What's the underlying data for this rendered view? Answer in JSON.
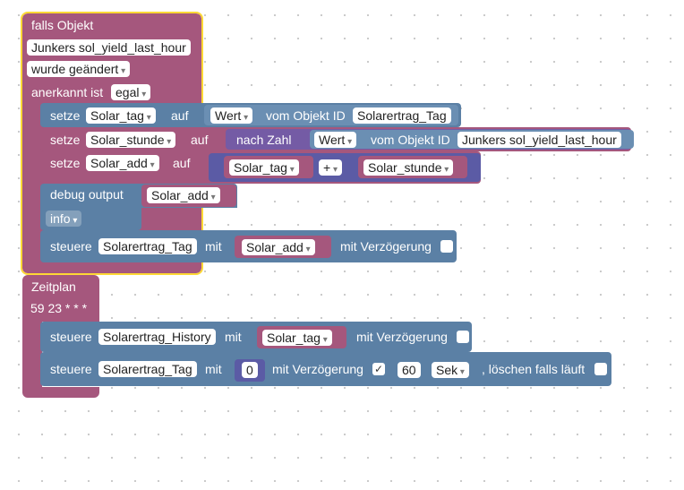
{
  "event_block": {
    "header": "falls Objekt",
    "object_id": "Junkers sol_yield_last_hour",
    "trigger": "wurde geändert",
    "ack_label": "anerkannt ist",
    "ack_value": "egal"
  },
  "statements": {
    "set_label": "setze",
    "to_label": "auf",
    "row1": {
      "var": "Solar_tag",
      "value_sel": "Wert",
      "from_object": "vom Objekt ID",
      "object_id": "Solarertrag_Tag"
    },
    "row2": {
      "var": "Solar_stunde",
      "convert": "nach Zahl",
      "value_sel": "Wert",
      "from_object": "vom Objekt ID",
      "object_id": "Junkers sol_yield_last_hour"
    },
    "row3": {
      "var": "Solar_add",
      "left": "Solar_tag",
      "operator": "+",
      "right": "Solar_stunde"
    },
    "debug": {
      "label": "debug output",
      "var": "Solar_add",
      "level": "info"
    },
    "control1": {
      "label": "steuere",
      "object_id": "Solarertrag_Tag",
      "with_label": "mit",
      "var": "Solar_add",
      "delay_label": "mit Verzögerung"
    }
  },
  "schedule_block": {
    "header": "Zeitplan",
    "cron": "59 23 * * *",
    "control2": {
      "label": "steuere",
      "object_id": "Solarertrag_History",
      "with_label": "mit",
      "var": "Solar_tag",
      "delay_label": "mit Verzögerung"
    },
    "control3": {
      "label": "steuere",
      "object_id": "Solarertrag_Tag",
      "with_label": "mit",
      "value": "0",
      "delay_label": "mit Verzögerung",
      "delay_checked": "✓",
      "delay_value": "60",
      "unit": "Sek",
      "clear_label": ", löschen falls läuft"
    }
  },
  "colors": {
    "event": "#a5577d",
    "statement": "#5b80a5",
    "convert": "#745ba5",
    "math": "#5b5ba5",
    "highlight": "#fdd835"
  }
}
